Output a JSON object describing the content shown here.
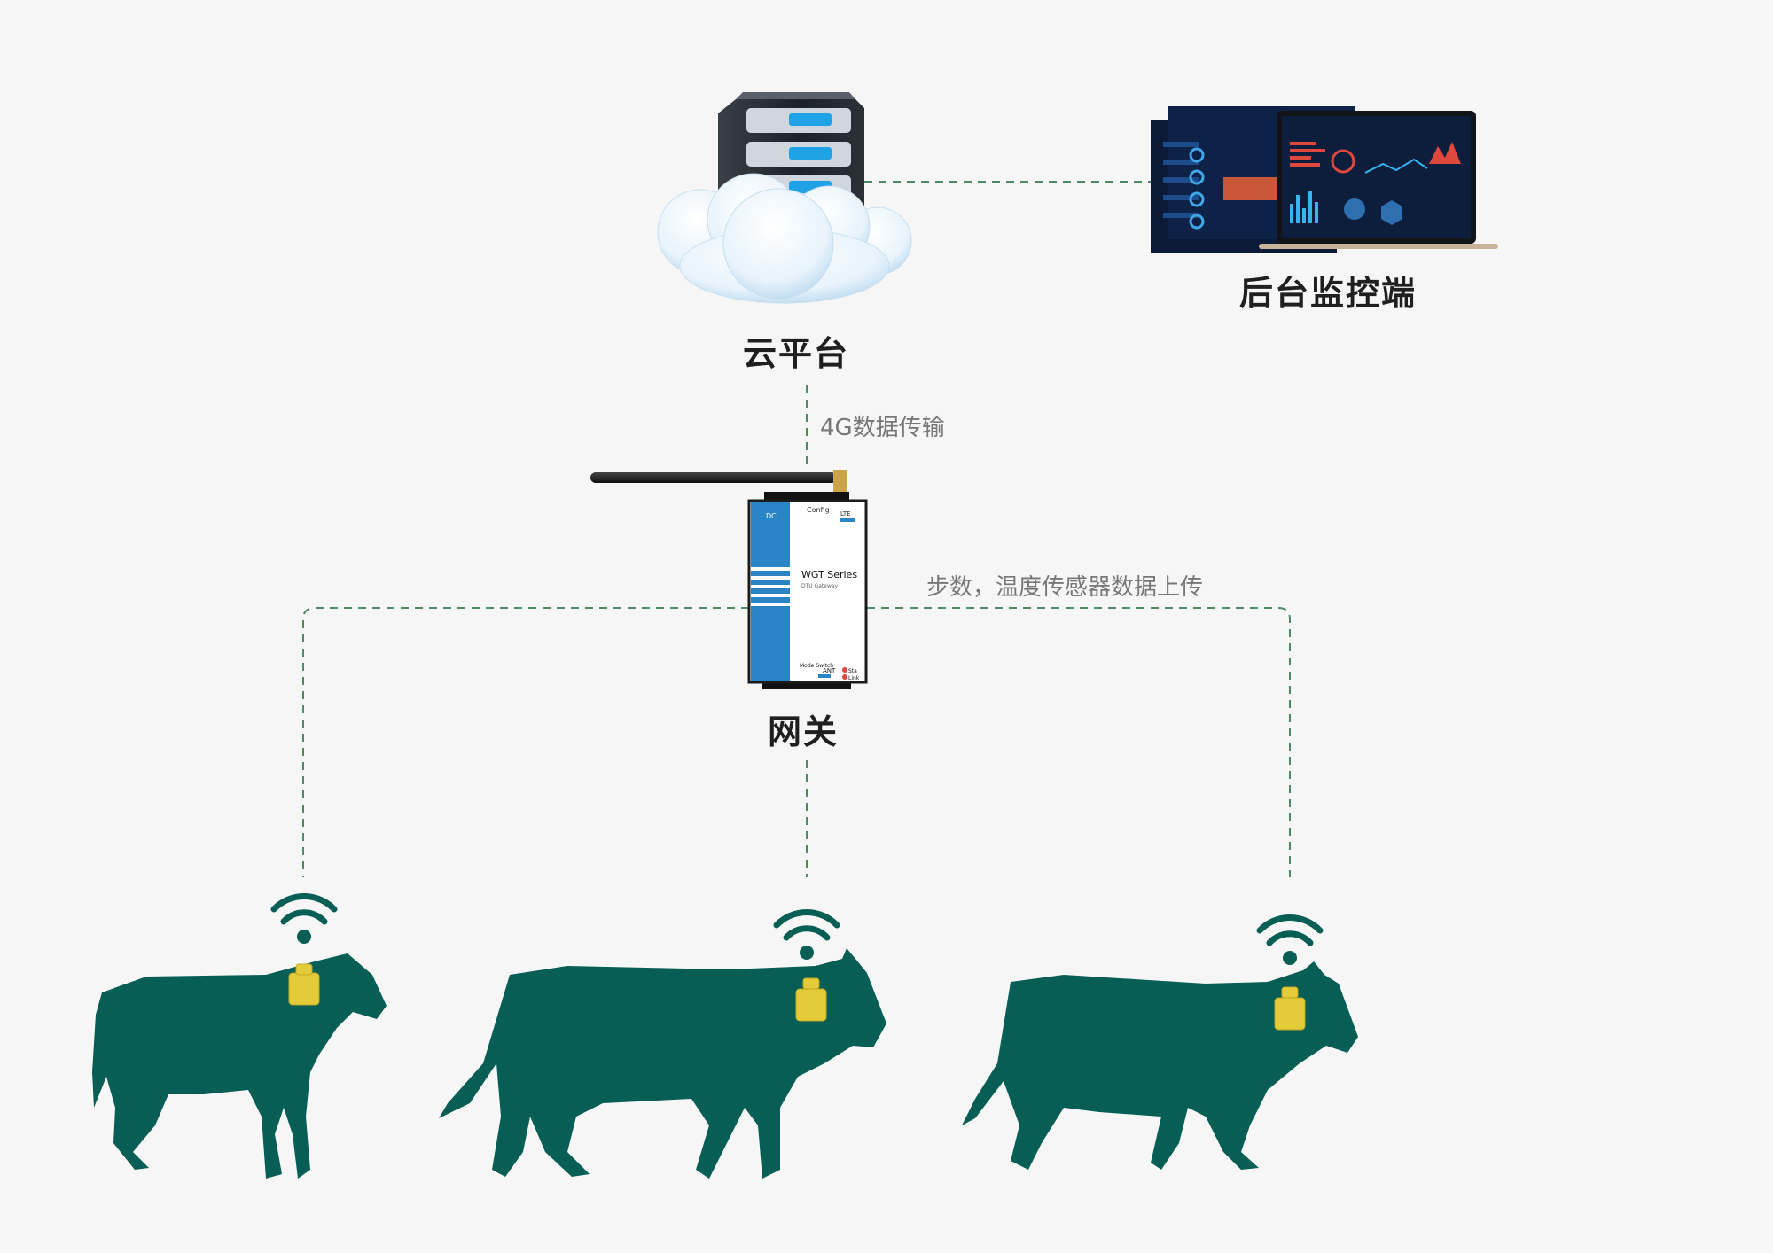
{
  "nodes": {
    "cloud": {
      "label": "云平台"
    },
    "monitor": {
      "label": "后台监控端"
    },
    "gateway": {
      "label": "网关",
      "device_model": "WGT Series",
      "device_sub": "DTU Gateway",
      "port_dc": "DC",
      "port_config": "Config",
      "port_lte": "LTE",
      "mode_switch": "Mode Switch",
      "ant": "ANT",
      "status_sta": "Sta",
      "status_link": "Link"
    }
  },
  "edges": {
    "cloud_gateway": {
      "label": "4G数据传输"
    },
    "gateway_cows": {
      "label": "步数，温度传感器数据上传"
    }
  },
  "colors": {
    "cow": "#075e54",
    "tag": "#e3cb3a",
    "dash": "#4e8a66",
    "screen": "#0d1e3c",
    "accent_blue": "#2a84c6"
  },
  "icons": [
    "cloud-server-icon",
    "laptop-dashboard-icon",
    "gateway-device-icon",
    "wifi-icon",
    "cow-icon",
    "ear-tag-icon"
  ]
}
